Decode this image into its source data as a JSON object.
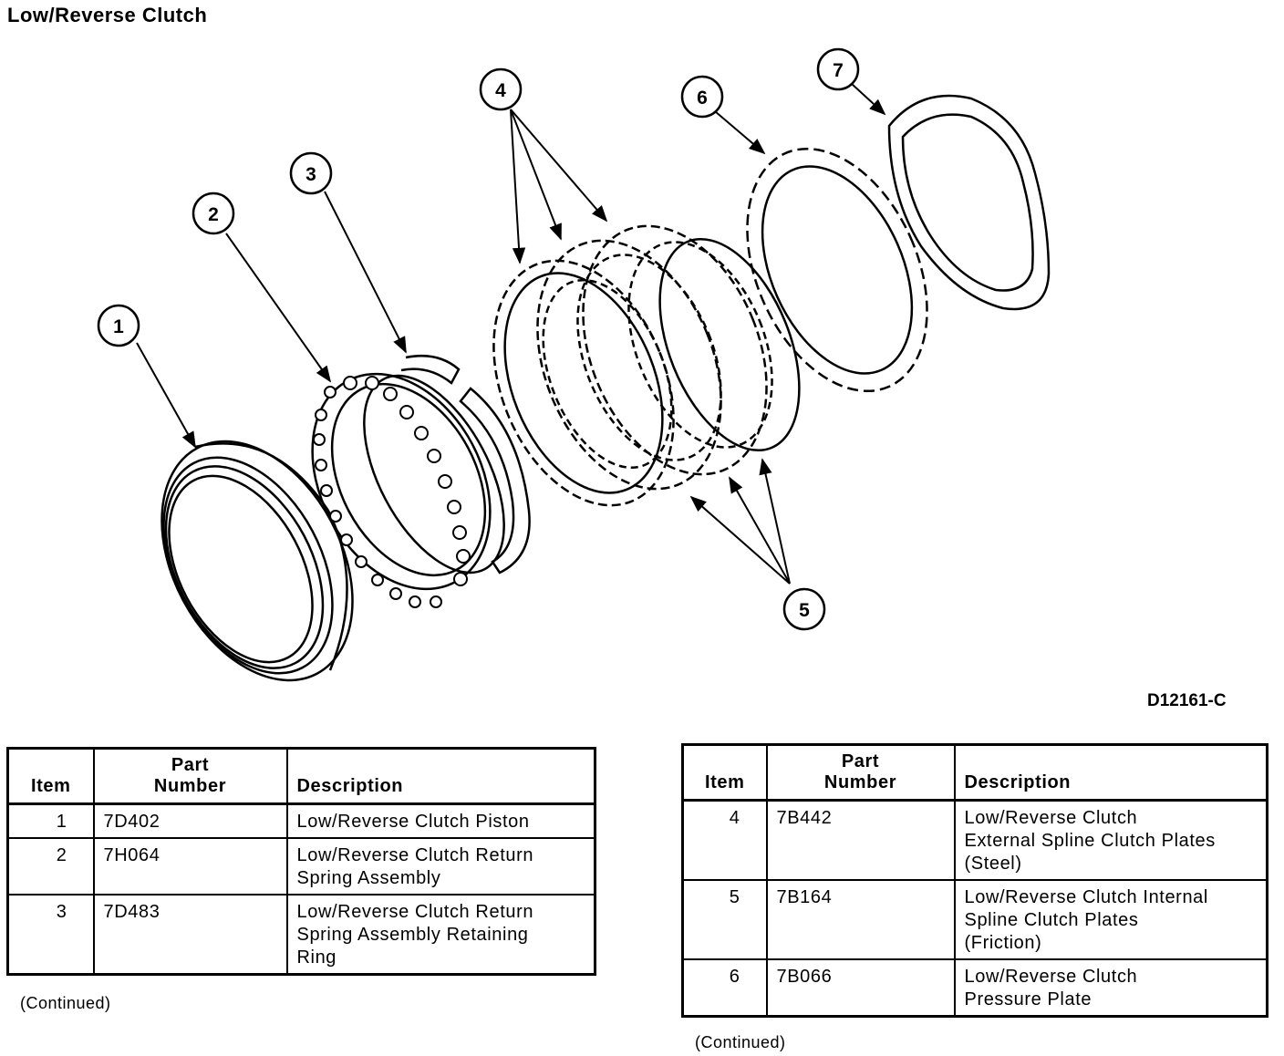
{
  "title": "Low/Reverse Clutch",
  "figure_id": "D12161-C",
  "callouts": [
    "1",
    "2",
    "3",
    "4",
    "5",
    "6",
    "7"
  ],
  "table_headers": {
    "item": "Item",
    "part_number": "Part\nNumber",
    "description": "Description"
  },
  "left_table": {
    "rows": [
      {
        "item": "1",
        "part_number": "7D402",
        "description": "Low/Reverse Clutch Piston"
      },
      {
        "item": "2",
        "part_number": "7H064",
        "description": "Low/Reverse Clutch Return\nSpring Assembly"
      },
      {
        "item": "3",
        "part_number": "7D483",
        "description": "Low/Reverse Clutch Return\nSpring Assembly Retaining\nRing"
      }
    ],
    "footer": "(Continued)"
  },
  "right_table": {
    "rows": [
      {
        "item": "4",
        "part_number": "7B442",
        "description": "Low/Reverse Clutch\nExternal Spline Clutch Plates\n(Steel)"
      },
      {
        "item": "5",
        "part_number": "7B164",
        "description": "Low/Reverse Clutch Internal\nSpline Clutch Plates\n(Friction)"
      },
      {
        "item": "6",
        "part_number": "7B066",
        "description": "Low/Reverse Clutch\nPressure Plate"
      }
    ],
    "footer": "(Continued)"
  }
}
